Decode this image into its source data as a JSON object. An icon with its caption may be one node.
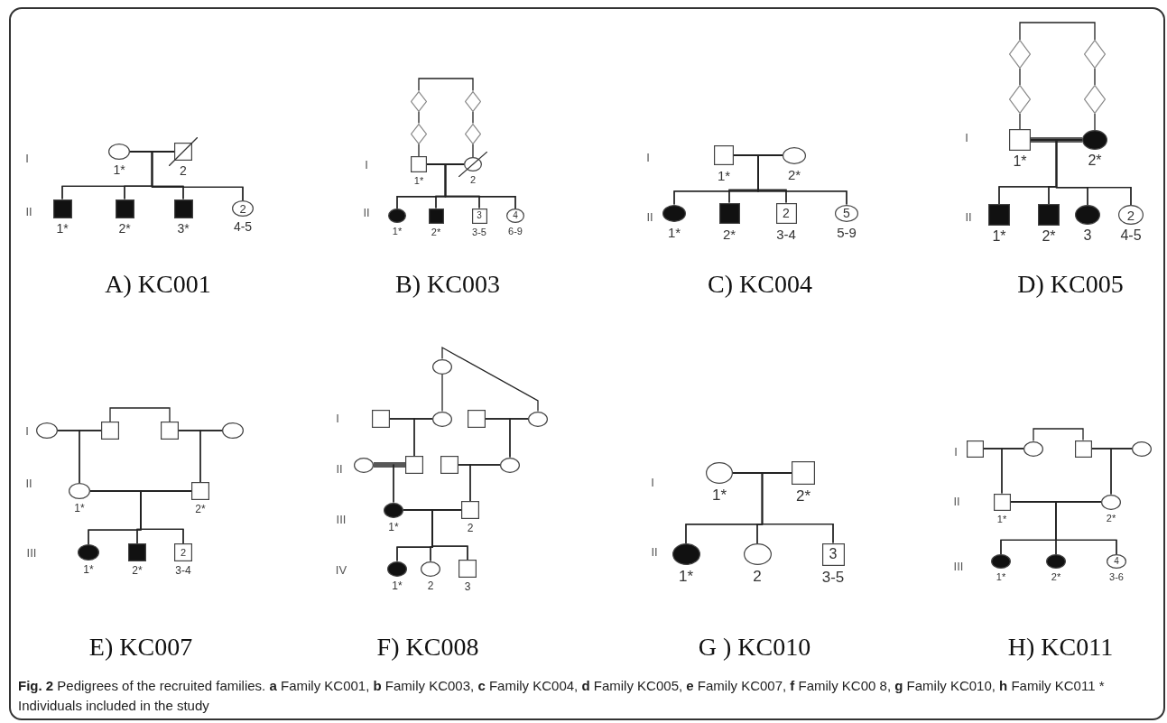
{
  "diagram": {
    "caption": "**Fig. 2** Pedigrees of the recruited families. **a** Family KC001, **b** Family KC003, **c** Family KC004, **d** Family KC005, **e** Family KC007, **f** Family KC00 8, **g** Family KC010, **h** Family KC011 * Individuals included in the study",
    "nodes": [
      {
        "text": [],
        "shape": "circle",
        "beside": [
          "1*"
        ]
      },
      {
        "text": [],
        "shape": "box",
        "beside": [
          "2"
        ]
      },
      {
        "text": [],
        "shape": "box",
        "beside": [
          "1*"
        ]
      },
      {
        "text": [],
        "shape": "box",
        "beside": [
          "2*"
        ]
      },
      {
        "text": [],
        "shape": "box",
        "beside": [
          "3*"
        ]
      },
      {
        "text": [
          "2"
        ],
        "beside": [
          "4-5"
        ]
      },
      {
        "text": [],
        "shape": "diamond"
      },
      {
        "text": [],
        "shape": "diamond"
      },
      {
        "text": [],
        "shape": "diamond"
      },
      {
        "text": [],
        "shape": "diamond"
      },
      {
        "text": [],
        "shape": "box",
        "beside": [
          "1*"
        ]
      },
      {
        "text": [],
        "shape": "circle",
        "beside": [
          "2"
        ]
      },
      {
        "text": [],
        "shape": "circle",
        "beside": [
          "1*"
        ]
      },
      {
        "text": [],
        "shape": "box",
        "beside": [
          "2*"
        ]
      },
      {
        "text": [
          "3"
        ],
        "beside": [
          "3-5"
        ]
      },
      {
        "text": [
          "4"
        ],
        "beside": [
          "6-9"
        ]
      },
      {
        "text": [],
        "shape": "box",
        "beside": [
          "1*"
        ]
      },
      {
        "text": [],
        "shape": "circle",
        "beside": [
          "2*"
        ]
      },
      {
        "text": [],
        "shape": "circle",
        "beside": [
          "1*"
        ]
      },
      {
        "text": [],
        "shape": "box",
        "beside": [
          "2*"
        ]
      },
      {
        "text": [
          "2"
        ],
        "beside": [
          "3-4"
        ]
      },
      {
        "text": [
          "5"
        ],
        "beside": [
          "5-9"
        ]
      },
      {
        "text": [],
        "shape": "diamond"
      },
      {
        "text": [],
        "shape": "diamond"
      },
      {
        "text": [],
        "shape": "diamond"
      },
      {
        "text": [],
        "shape": "diamond"
      },
      {
        "text": [],
        "shape": "box",
        "beside": [
          "1*"
        ]
      },
      {
        "text": [],
        "shape": "circle",
        "beside": [
          "2*"
        ]
      },
      {
        "text": [],
        "shape": "box",
        "beside": [
          "1*"
        ]
      },
      {
        "text": [],
        "shape": "box",
        "beside": [
          "2*"
        ]
      },
      {
        "text": [],
        "shape": "circle",
        "beside": [
          "3"
        ]
      },
      {
        "text": [
          "2"
        ],
        "beside": [
          "4-5"
        ]
      },
      {
        "text": [],
        "shape": "circle"
      },
      {
        "text": [],
        "shape": "box"
      },
      {
        "text": [],
        "shape": "box"
      },
      {
        "text": [],
        "shape": "circle"
      },
      {
        "text": [],
        "shape": "circle",
        "beside": [
          "1*"
        ]
      },
      {
        "text": [],
        "shape": "box",
        "beside": [
          "2*"
        ]
      },
      {
        "text": [],
        "shape": "circle",
        "beside": [
          "1*"
        ]
      },
      {
        "text": [],
        "shape": "box",
        "beside": [
          "2*"
        ]
      },
      {
        "text": [
          "2"
        ],
        "beside": [
          "3-4"
        ]
      },
      {
        "text": [],
        "shape": "circle"
      },
      {
        "text": [],
        "shape": "box"
      },
      {
        "text": [],
        "shape": "circle"
      },
      {
        "text": [],
        "shape": "box"
      },
      {
        "text": [],
        "shape": "circle"
      },
      {
        "text": [],
        "shape": "circle"
      },
      {
        "text": [],
        "shape": "box"
      },
      {
        "text": [],
        "shape": "box"
      },
      {
        "text": [],
        "shape": "circle"
      },
      {
        "text": [],
        "shape": "circle",
        "beside": [
          "1*"
        ]
      },
      {
        "text": [],
        "shape": "box",
        "beside": [
          "2"
        ]
      },
      {
        "text": [],
        "shape": "circle",
        "beside": [
          "1*"
        ]
      },
      {
        "text": [],
        "shape": "circle",
        "beside": [
          "2"
        ]
      },
      {
        "text": [],
        "shape": "box",
        "beside": [
          "3"
        ]
      },
      {
        "text": [],
        "shape": "circle",
        "beside": [
          "1*"
        ]
      },
      {
        "text": [],
        "shape": "box",
        "beside": [
          "2*"
        ]
      },
      {
        "text": [],
        "shape": "circle",
        "beside": [
          "1*"
        ]
      },
      {
        "text": [],
        "shape": "circle",
        "beside": [
          "2"
        ]
      },
      {
        "text": [
          "3"
        ],
        "beside": [
          "3-5"
        ]
      },
      {
        "text": [],
        "shape": "box"
      },
      {
        "text": [],
        "shape": "circle"
      },
      {
        "text": [],
        "shape": "box"
      },
      {
        "text": [],
        "shape": "circle"
      },
      {
        "text": [],
        "shape": "box",
        "beside": [
          "1*"
        ]
      },
      {
        "text": [],
        "shape": "circle",
        "beside": [
          "2*"
        ]
      },
      {
        "text": [],
        "shape": "circle",
        "beside": [
          "1*"
        ]
      },
      {
        "text": [],
        "shape": "circle",
        "beside": [
          "2*"
        ]
      },
      {
        "text": [
          "4"
        ],
        "beside": [
          "3-6"
        ]
      }
    ],
    "edges": [
      {
        "from": 0,
        "to": 1,
        "arrow": "none"
      },
      {
        "from": 0,
        "to": 2,
        "arrow": "none"
      },
      {
        "from": 1,
        "to": 2,
        "arrow": "none"
      },
      {
        "from": 0,
        "to": 3,
        "arrow": "none"
      },
      {
        "from": 1,
        "to": 3,
        "arrow": "none"
      },
      {
        "from": 0,
        "to": 4,
        "arrow": "none"
      },
      {
        "from": 1,
        "to": 4,
        "arrow": "none"
      },
      {
        "from": 0,
        "to": 5,
        "arrow": "none"
      },
      {
        "from": 1,
        "to": 5,
        "arrow": "none"
      },
      {
        "from": 6,
        "to": 7,
        "arrow": "none"
      },
      {
        "from": 6,
        "to": 8,
        "arrow": "none"
      },
      {
        "from": 7,
        "to": 9,
        "arrow": "none"
      },
      {
        "from": 8,
        "to": 10,
        "arrow": "none"
      },
      {
        "from": 9,
        "to": 11,
        "arrow": "none"
      },
      {
        "from": 10,
        "to": 11,
        "arrow": "none"
      },
      {
        "from": 10,
        "to": 12,
        "arrow": "none"
      },
      {
        "from": 11,
        "to": 12,
        "arrow": "none"
      },
      {
        "from": 10,
        "to": 13,
        "arrow": "none"
      },
      {
        "from": 11,
        "to": 13,
        "arrow": "none"
      },
      {
        "from": 10,
        "to": 14,
        "arrow": "none"
      },
      {
        "from": 11,
        "to": 14,
        "arrow": "none"
      },
      {
        "from": 10,
        "to": 15,
        "arrow": "none"
      },
      {
        "from": 11,
        "to": 15,
        "arrow": "none"
      },
      {
        "from": 16,
        "to": 17,
        "arrow": "none"
      },
      {
        "from": 16,
        "to": 18,
        "arrow": "none"
      },
      {
        "from": 17,
        "to": 18,
        "arrow": "none"
      },
      {
        "from": 16,
        "to": 19,
        "arrow": "none"
      },
      {
        "from": 17,
        "to": 19,
        "arrow": "none"
      },
      {
        "from": 16,
        "to": 20,
        "arrow": "none"
      },
      {
        "from": 17,
        "to": 20,
        "arrow": "none"
      },
      {
        "from": 16,
        "to": 21,
        "arrow": "none"
      },
      {
        "from": 17,
        "to": 21,
        "arrow": "none"
      },
      {
        "from": 22,
        "to": 23,
        "arrow": "none"
      },
      {
        "from": 22,
        "to": 24,
        "arrow": "none"
      },
      {
        "from": 23,
        "to": 25,
        "arrow": "none"
      },
      {
        "from": 24,
        "to": 26,
        "arrow": "none"
      },
      {
        "from": 25,
        "to": 27,
        "arrow": "none"
      },
      {
        "from": 26,
        "to": 27,
        "arrow": "none"
      },
      {
        "from": 26,
        "to": 28,
        "arrow": "none"
      },
      {
        "from": 27,
        "to": 28,
        "arrow": "none"
      },
      {
        "from": 26,
        "to": 29,
        "arrow": "none"
      },
      {
        "from": 27,
        "to": 29,
        "arrow": "none"
      },
      {
        "from": 26,
        "to": 30,
        "arrow": "none"
      },
      {
        "from": 27,
        "to": 30,
        "arrow": "none"
      },
      {
        "from": 26,
        "to": 31,
        "arrow": "none"
      },
      {
        "from": 27,
        "to": 31,
        "arrow": "none"
      },
      {
        "from": 33,
        "to": 34,
        "arrow": "none"
      },
      {
        "from": 32,
        "to": 33,
        "arrow": "none"
      },
      {
        "from": 34,
        "to": 35,
        "arrow": "none"
      },
      {
        "from": 32,
        "to": 36,
        "arrow": "none"
      },
      {
        "from": 33,
        "to": 36,
        "arrow": "none"
      },
      {
        "from": 34,
        "to": 37,
        "arrow": "none"
      },
      {
        "from": 35,
        "to": 37,
        "arrow": "none"
      },
      {
        "from": 36,
        "to": 37,
        "arrow": "none"
      },
      {
        "from": 36,
        "to": 38,
        "arrow": "none"
      },
      {
        "from": 37,
        "to": 38,
        "arrow": "none"
      },
      {
        "from": 36,
        "to": 39,
        "arrow": "none"
      },
      {
        "from": 37,
        "to": 39,
        "arrow": "none"
      },
      {
        "from": 36,
        "to": 40,
        "arrow": "none"
      },
      {
        "from": 37,
        "to": 40,
        "arrow": "none"
      },
      {
        "from": 41,
        "to": 43,
        "arrow": "none"
      },
      {
        "from": 41,
        "to": 45,
        "arrow": "none"
      },
      {
        "from": 42,
        "to": 43,
        "arrow": "none"
      },
      {
        "from": 44,
        "to": 45,
        "arrow": "none"
      },
      {
        "from": 42,
        "to": 47,
        "arrow": "none"
      },
      {
        "from": 43,
        "to": 47,
        "arrow": "none"
      },
      {
        "from": 44,
        "to": 49,
        "arrow": "none"
      },
      {
        "from": 45,
        "to": 49,
        "arrow": "none"
      },
      {
        "from": 46,
        "to": 47,
        "arrow": "none"
      },
      {
        "from": 48,
        "to": 49,
        "arrow": "none"
      },
      {
        "from": 46,
        "to": 50,
        "arrow": "none"
      },
      {
        "from": 47,
        "to": 50,
        "arrow": "none"
      },
      {
        "from": 48,
        "to": 51,
        "arrow": "none"
      },
      {
        "from": 49,
        "to": 51,
        "arrow": "none"
      },
      {
        "from": 50,
        "to": 51,
        "arrow": "none"
      },
      {
        "from": 50,
        "to": 52,
        "arrow": "none"
      },
      {
        "from": 51,
        "to": 52,
        "arrow": "none"
      },
      {
        "from": 50,
        "to": 53,
        "arrow": "none"
      },
      {
        "from": 51,
        "to": 53,
        "arrow": "none"
      },
      {
        "from": 50,
        "to": 54,
        "arrow": "none"
      },
      {
        "from": 51,
        "to": 54,
        "arrow": "none"
      },
      {
        "from": 55,
        "to": 56,
        "arrow": "none"
      },
      {
        "from": 55,
        "to": 57,
        "arrow": "none"
      },
      {
        "from": 56,
        "to": 57,
        "arrow": "none"
      },
      {
        "from": 55,
        "to": 58,
        "arrow": "none"
      },
      {
        "from": 56,
        "to": 58,
        "arrow": "none"
      },
      {
        "from": 55,
        "to": 59,
        "arrow": "none"
      },
      {
        "from": 56,
        "to": 59,
        "arrow": "none"
      },
      {
        "from": 61,
        "to": 62,
        "arrow": "none"
      },
      {
        "from": 60,
        "to": 61,
        "arrow": "none"
      },
      {
        "from": 62,
        "to": 63,
        "arrow": "none"
      },
      {
        "from": 60,
        "to": 64,
        "arrow": "none"
      },
      {
        "from": 61,
        "to": 64,
        "arrow": "none"
      },
      {
        "from": 62,
        "to": 65,
        "arrow": "none"
      },
      {
        "from": 63,
        "to": 65,
        "arrow": "none"
      },
      {
        "from": 64,
        "to": 65,
        "arrow": "none"
      },
      {
        "from": 64,
        "to": 66,
        "arrow": "none"
      },
      {
        "from": 65,
        "to": 66,
        "arrow": "none"
      },
      {
        "from": 64,
        "to": 67,
        "arrow": "none"
      },
      {
        "from": 65,
        "to": 67,
        "arrow": "none"
      },
      {
        "from": 64,
        "to": 68,
        "arrow": "none"
      },
      {
        "from": 65,
        "to": 68,
        "arrow": "none"
      }
    ],
    "labels": [
      "I",
      "II",
      "A) KC001",
      "I",
      "II",
      "B) KC003",
      "I",
      "II",
      "C) KC004",
      "I",
      "II",
      "D) KC005",
      "I",
      "II",
      "III",
      "E) KC007",
      "I",
      "II",
      "III",
      "IV",
      "F) KC008",
      "I",
      "II",
      "G ) KC010",
      "I",
      "II",
      "III",
      "H) KC011"
    ]
  }
}
